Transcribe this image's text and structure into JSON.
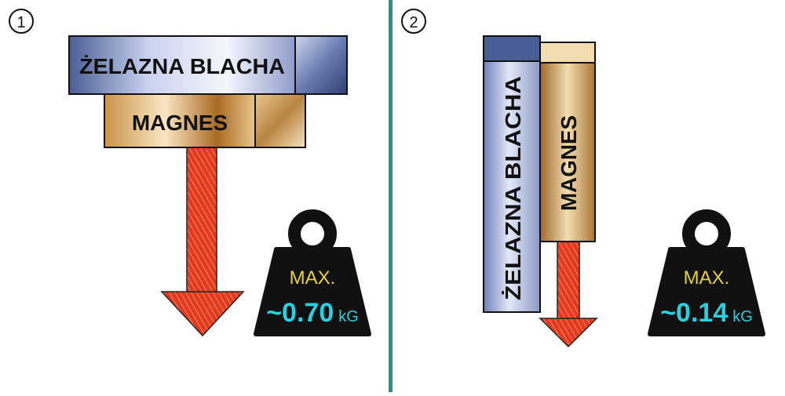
{
  "panels": [
    {
      "number": "①",
      "sheet_label": "ŻELAZNA BLACHA",
      "magnet_label": "MAGNES",
      "weight": {
        "max_label": "MAX.",
        "value": "~0.70",
        "unit": "kG"
      }
    },
    {
      "number": "②",
      "sheet_label": "ŻELAZNA BLACHA",
      "magnet_label": "MAGNES",
      "weight": {
        "max_label": "MAX.",
        "value": "~0.14",
        "unit": "kG"
      }
    }
  ],
  "colors": {
    "divider": "#1a9a8c",
    "arrow": "#e23a1a",
    "weight_body": "#111111",
    "max_text": "#e6d23a",
    "value_text": "#2ad0e0",
    "sheet": "#9aa6d0",
    "magnet": "#c99a52"
  }
}
